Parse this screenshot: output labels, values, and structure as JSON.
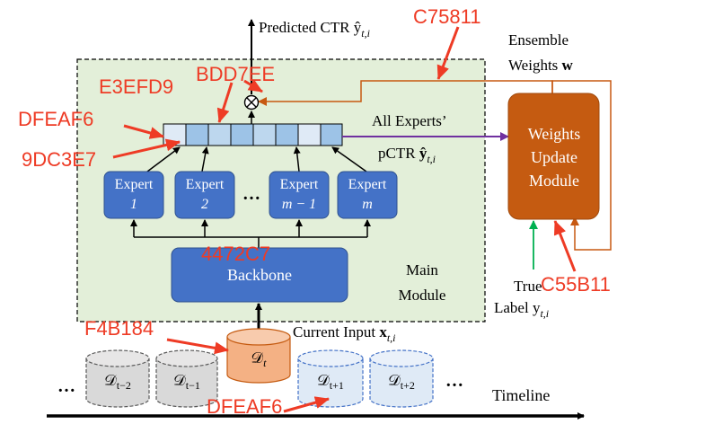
{
  "output_label": "Predicted CTR ŷ",
  "output_label_sub": "t,i",
  "ensemble_label_line1": "Ensemble",
  "ensemble_label_line2": "Weights",
  "ensemble_label_bold": "w",
  "all_experts_line1": "All Experts’",
  "all_experts_line2": "pCTR ",
  "all_experts_bold": "ŷ",
  "all_experts_sub": "t,i",
  "weights_module": [
    "Weights",
    "Update",
    "Module"
  ],
  "experts": [
    {
      "line1": "Expert",
      "line2": "1"
    },
    {
      "line1": "Expert",
      "line2": "2"
    },
    {
      "line1": "Expert",
      "line2": "m − 1"
    },
    {
      "line1": "Expert",
      "line2": "m"
    }
  ],
  "experts_ellipsis": "…",
  "backbone": "Backbone",
  "main_module": [
    "Main",
    "Module"
  ],
  "true_label_line1": "True",
  "true_label_line2": "Label y",
  "true_label_sub": "t,i",
  "current_input": "Current Input ",
  "current_input_bold": "x",
  "current_input_sub": "t,i",
  "timeline": "Timeline",
  "timeline_ellipsis_left": "…",
  "timeline_ellipsis_right": "…",
  "datasets": [
    {
      "label": "𝒟",
      "sub": "t−2"
    },
    {
      "label": "𝒟",
      "sub": "t−1"
    },
    {
      "label": "𝒟",
      "sub": "t"
    },
    {
      "label": "𝒟",
      "sub": "t+1"
    },
    {
      "label": "𝒟",
      "sub": "t+2"
    }
  ],
  "annotations": [
    {
      "text": "C75811"
    },
    {
      "text": "E3EFD9"
    },
    {
      "text": "BDD7EE"
    },
    {
      "text": "DFEAF6"
    },
    {
      "text": "9DC3E7"
    },
    {
      "text": "4472C7"
    },
    {
      "text": "C55B11"
    },
    {
      "text": "F4B184"
    },
    {
      "text": "DFEAF6"
    }
  ],
  "colors": {
    "main_bg": "#E3EFD9",
    "expert_blue": "#4472C7",
    "weights_orange": "#C55B11",
    "dataset_current": "#F4B184",
    "dataset_future": "#DFEAF6",
    "dataset_past": "#D9D9D9",
    "vector_light": "#DFEAF6",
    "vector_mid": "#BDD7EE",
    "vector_dark": "#9DC3E7",
    "ensemble_line": "#C75811",
    "all_experts_arrow": "#7030A0",
    "true_label_arrow": "#00B050",
    "annotation_red": "#EE3B25"
  }
}
